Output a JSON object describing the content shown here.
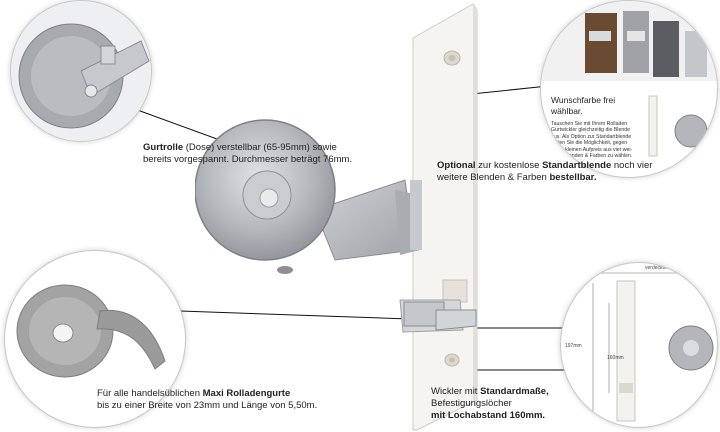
{
  "callouts": {
    "gurtrolle": {
      "bold": "Gurtrolle",
      "line1_rest": " (Dose) verstellbar (65-95mm) sowie",
      "line2": "bereits vorgespannt. Durchmesser beträgt 76mm."
    },
    "optional": {
      "bold1": "Optional",
      "mid1": " zur kostenlose ",
      "bold2": "Standartblende",
      "rest1": " noch vier",
      "line2_pre": "weitere Blenden & Farben ",
      "bold3": "bestellbar."
    },
    "gurte": {
      "line1_pre": "Für alle handelsüblichen ",
      "bold": "Maxi Rolladengurte",
      "line2": "bis zu einer Breite von 23mm und Länge von 5,50m."
    },
    "wickler": {
      "line1_pre": "Wickler mit ",
      "bold1": "Standardmaße,",
      "line1_rest": " Befestigungslöcher",
      "bold2": "mit Lochabstand 160mm."
    },
    "farbe": {
      "title1": "Wunschfarbe frei",
      "title2": "wählbar.",
      "small": [
        "Tauschen Sie mit Ihrem Rolladen",
        "Gurtwickler gleichzeitig die Blende",
        "aus. Als Option zur Standartblende",
        "bieten Sie die Möglichkeit, gegen",
        "einen kleinen Aufpreis aus vier wei-",
        "teren Blenden & Farben zu wählen."
      ]
    },
    "dims": {
      "top": "verdeckter",
      "left": "197mm",
      "mid": "160mm"
    }
  },
  "colors": {
    "plate": "#f4f2ee",
    "metal": "#b9bcc0",
    "strap": "#9a9a9a",
    "brown": "#6b4a32"
  }
}
